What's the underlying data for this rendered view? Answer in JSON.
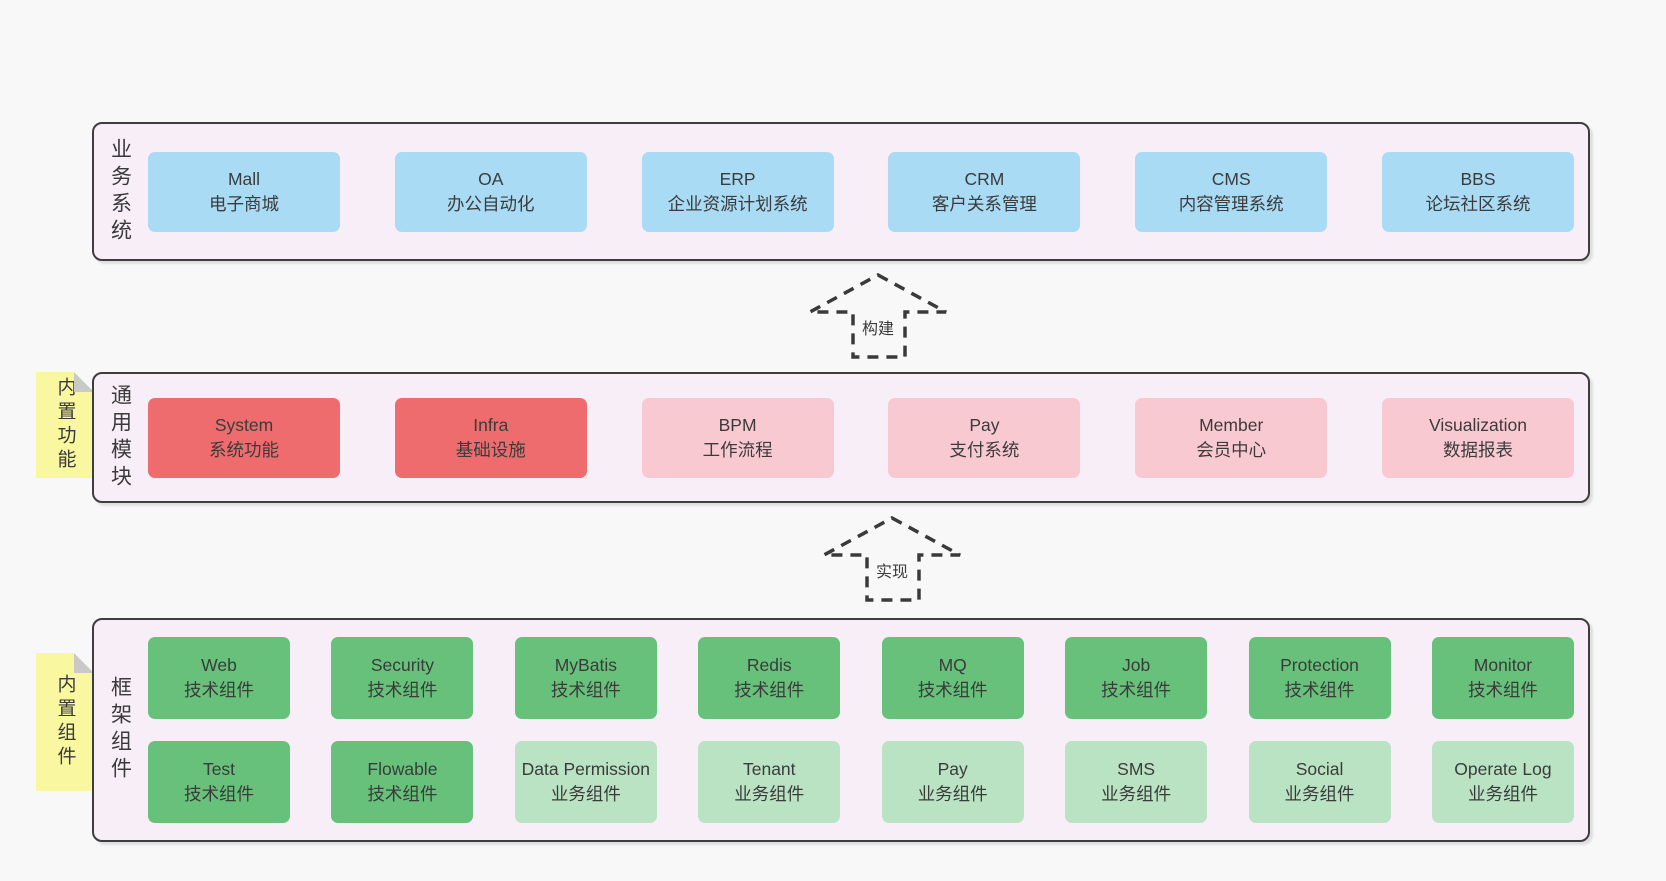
{
  "palette": {
    "page_bg": "#f8f8f8",
    "band_bg": "#f8eef8",
    "band_border": "#3e3e3e",
    "blue": "#a9dcf4",
    "red": "#ee6b6e",
    "pink": "#f9c9d2",
    "green": "#67c17b",
    "light_green": "#bae3c3",
    "note_yellow": "#f9f7a0",
    "note_fold_gray": "#c9c9c9",
    "text": "#3b3b3b"
  },
  "arrows": {
    "build": {
      "label": "构建"
    },
    "implement": {
      "label": "实现"
    }
  },
  "bands": {
    "business": {
      "label": "业务系统",
      "boxes": [
        {
          "name": "Mall",
          "desc": "电子商城",
          "variant": "blue"
        },
        {
          "name": "OA",
          "desc": "办公自动化",
          "variant": "blue"
        },
        {
          "name": "ERP",
          "desc": "企业资源计划系统",
          "variant": "blue"
        },
        {
          "name": "CRM",
          "desc": "客户关系管理",
          "variant": "blue"
        },
        {
          "name": "CMS",
          "desc": "内容管理系统",
          "variant": "blue"
        },
        {
          "name": "BBS",
          "desc": "论坛社区系统",
          "variant": "blue"
        }
      ]
    },
    "common": {
      "label": "通用模块",
      "note": "内置功能",
      "boxes": [
        {
          "name": "System",
          "desc": "系统功能",
          "variant": "red"
        },
        {
          "name": "Infra",
          "desc": "基础设施",
          "variant": "red"
        },
        {
          "name": "BPM",
          "desc": "工作流程",
          "variant": "pink"
        },
        {
          "name": "Pay",
          "desc": "支付系统",
          "variant": "pink"
        },
        {
          "name": "Member",
          "desc": "会员中心",
          "variant": "pink"
        },
        {
          "name": "Visualization",
          "desc": "数据报表",
          "variant": "pink"
        }
      ]
    },
    "framework": {
      "label": "框架组件",
      "note": "内置组件",
      "rows": [
        [
          {
            "name": "Web",
            "desc": "技术组件",
            "variant": "green"
          },
          {
            "name": "Security",
            "desc": "技术组件",
            "variant": "green"
          },
          {
            "name": "MyBatis",
            "desc": "技术组件",
            "variant": "green"
          },
          {
            "name": "Redis",
            "desc": "技术组件",
            "variant": "green"
          },
          {
            "name": "MQ",
            "desc": "技术组件",
            "variant": "green"
          },
          {
            "name": "Job",
            "desc": "技术组件",
            "variant": "green"
          },
          {
            "name": "Protection",
            "desc": "技术组件",
            "variant": "green"
          },
          {
            "name": "Monitor",
            "desc": "技术组件",
            "variant": "green"
          }
        ],
        [
          {
            "name": "Test",
            "desc": "技术组件",
            "variant": "green"
          },
          {
            "name": "Flowable",
            "desc": "技术组件",
            "variant": "green"
          },
          {
            "name": "Data Permission",
            "desc": "业务组件",
            "variant": "light-green"
          },
          {
            "name": "Tenant",
            "desc": "业务组件",
            "variant": "light-green"
          },
          {
            "name": "Pay",
            "desc": "业务组件",
            "variant": "light-green"
          },
          {
            "name": "SMS",
            "desc": "业务组件",
            "variant": "light-green"
          },
          {
            "name": "Social",
            "desc": "业务组件",
            "variant": "light-green"
          },
          {
            "name": "Operate Log",
            "desc": "业务组件",
            "variant": "light-green"
          }
        ]
      ]
    }
  }
}
